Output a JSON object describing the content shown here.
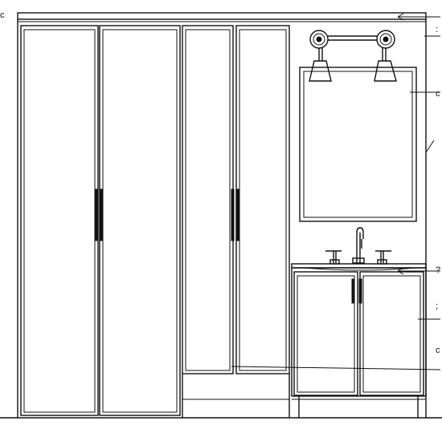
{
  "drawing": {
    "kind": "cabinet-elevation",
    "line_color": "#111111",
    "background": "#ffffff",
    "tall_cabinet_doors": 4,
    "vanity_doors": 2,
    "sconces": 2
  }
}
